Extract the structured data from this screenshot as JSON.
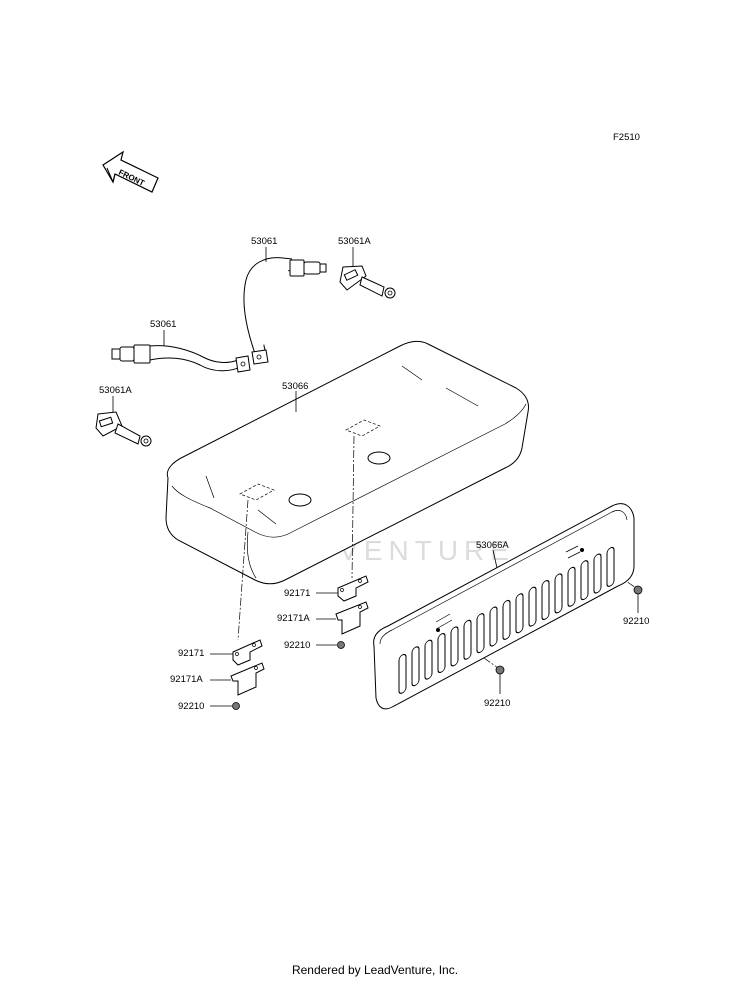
{
  "figure_id": "F2510",
  "front_label": "FRONT",
  "watermark": "LEADVENTURE",
  "footer": "Rendered by LeadVenture, Inc.",
  "callouts": {
    "belt_upper": "53061",
    "buckle_upper": "53061A",
    "belt_lower": "53061",
    "buckle_lower": "53061A",
    "cushion": "53066",
    "back_panel": "53066A",
    "bracket_right": "92171",
    "bracket_a_right": "92171A",
    "nut_right": "92210",
    "bracket_left": "92171",
    "bracket_a_left": "92171A",
    "nut_left": "92210",
    "nut_panel_right": "92210",
    "nut_panel_mid": "92210"
  }
}
